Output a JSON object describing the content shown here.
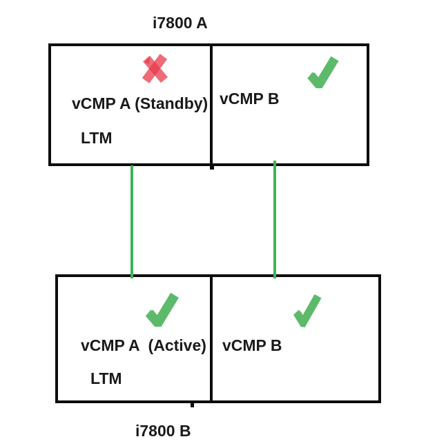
{
  "device_a": {
    "title": "i7800 A",
    "guests": [
      {
        "name": "vCMP A (Standby)",
        "module": "LTM",
        "status_icon": "red-x",
        "status": "standby"
      },
      {
        "name": "vCMP B",
        "module": "",
        "status_icon": "green-check",
        "status": "ok"
      }
    ]
  },
  "device_b": {
    "title": "i7800 B",
    "guests": [
      {
        "name": "vCMP A  (Active)",
        "module": "LTM",
        "status_icon": "green-check",
        "status": "active"
      },
      {
        "name": "vCMP B",
        "module": "",
        "status_icon": "green-check",
        "status": "ok"
      }
    ]
  },
  "connections": [
    {
      "from": "i7800 A / vCMP A",
      "to": "i7800 B / vCMP A"
    },
    {
      "from": "i7800 A / vCMP B",
      "to": "i7800 B / vCMP B"
    }
  ],
  "colors": {
    "border_black": "#0d0d0d",
    "text_black": "#1a1a1a",
    "check_green": "#5cba6a",
    "line_green": "#3cb45c",
    "cross_red": "#e8394a",
    "background": "#ffffff"
  }
}
